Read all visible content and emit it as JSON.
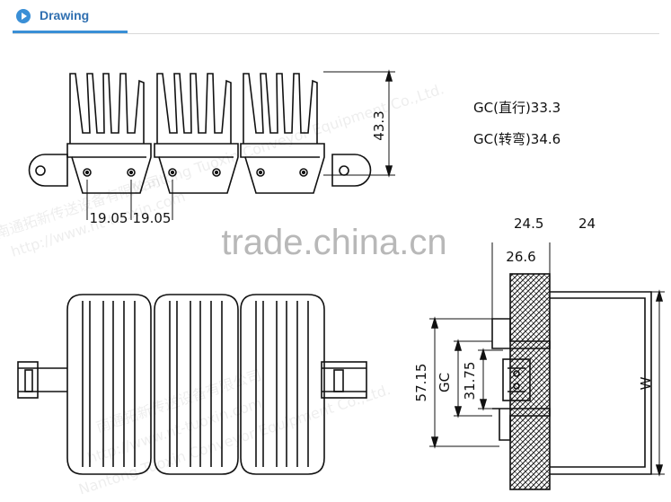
{
  "header": {
    "title": "Drawing",
    "icon": "play-circle-icon",
    "accent_color": "#3a8fd6"
  },
  "drawing": {
    "dims": {
      "height_top": "43.3",
      "pitch_left": "19.05",
      "pitch_right": "19.05",
      "gc_straight": "GC(直行)33.3",
      "gc_turn": "GC(转弯)34.6",
      "top_right_a": "24.5",
      "top_right_b": "24",
      "width_small": "26.6",
      "overall": "57.15",
      "gc": "GC",
      "inner": "31.75",
      "w": "W"
    }
  },
  "watermark": {
    "company_cn": "南通拓新传送设备有限公司",
    "company_en": "Nantong Tuoxin Conveyor Equipment Co.,Ltd.",
    "url": "http://www.nt-tuoxin.com",
    "site": "trade.china.cn"
  }
}
